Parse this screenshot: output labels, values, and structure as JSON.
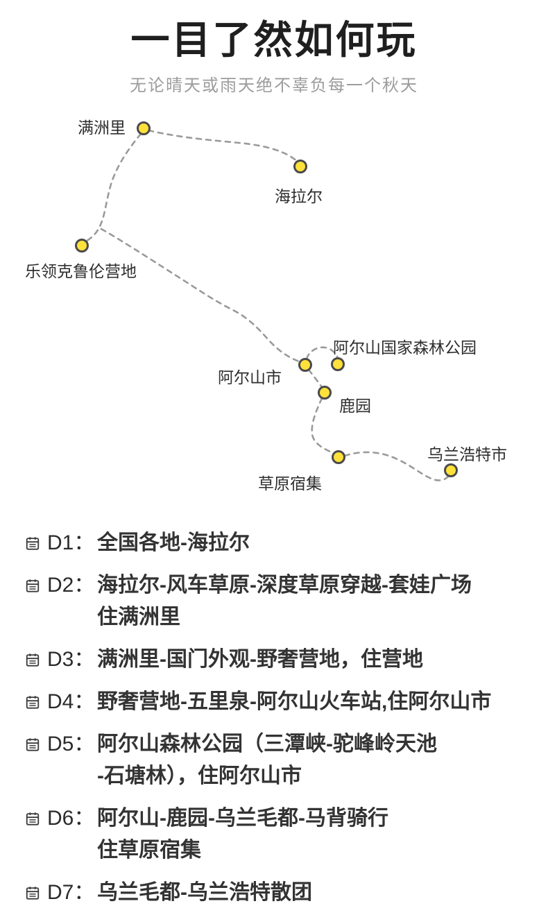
{
  "header": {
    "title": "一目了然如何玩",
    "subtitle": "无论晴天或雨天绝不辜负每一个秋天"
  },
  "map": {
    "points": [
      {
        "label": "满洲里"
      },
      {
        "label": "海拉尔"
      },
      {
        "label": "乐领克鲁伦营地"
      },
      {
        "label": "阿尔山市"
      },
      {
        "label": "阿尔山国家森林公园"
      },
      {
        "label": "鹿园"
      },
      {
        "label": "草原宿集"
      },
      {
        "label": "乌兰浩特市"
      }
    ]
  },
  "itinerary": {
    "days": [
      {
        "label": "D1：",
        "lines": [
          "全国各地-海拉尔"
        ]
      },
      {
        "label": "D2：",
        "lines": [
          "海拉尔-风车草原-深度草原穿越-套娃广场",
          "住满洲里"
        ]
      },
      {
        "label": "D3：",
        "lines": [
          "满洲里-国门外观-野奢营地，住营地"
        ]
      },
      {
        "label": "D4：",
        "lines": [
          "野奢营地-五里泉-阿尔山火车站,住阿尔山市"
        ]
      },
      {
        "label": "D5：",
        "lines": [
          "阿尔山森林公园（三潭峡-驼峰岭天池",
          "-石塘林），住阿尔山市"
        ]
      },
      {
        "label": "D6：",
        "lines": [
          "阿尔山-鹿园-乌兰毛都-马背骑行",
          "住草原宿集"
        ]
      },
      {
        "label": "D7：",
        "lines": [
          "乌兰毛都-乌兰浩特散团"
        ]
      }
    ]
  },
  "colors": {
    "dot_fill": "#FFE13B",
    "dot_border": "#4A4A4A",
    "route_dash": "#9A9A9A",
    "title_text": "#1F1F1F",
    "subtitle_text": "#9C9C9C",
    "body_text": "#333333"
  }
}
